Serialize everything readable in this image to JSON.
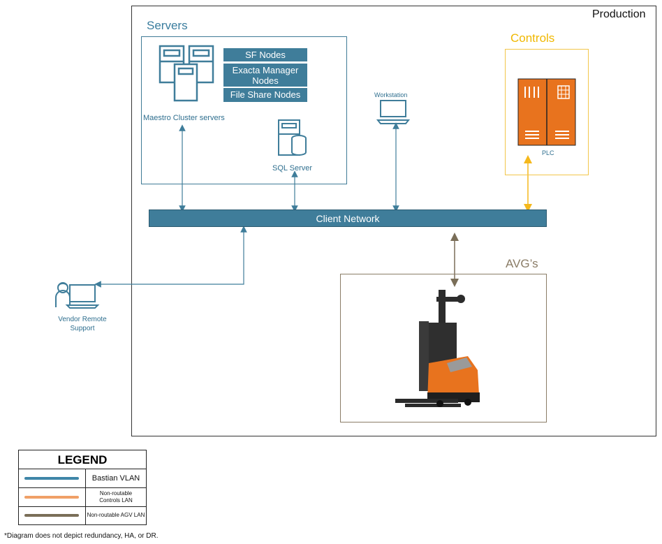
{
  "production": {
    "label": "Production"
  },
  "servers": {
    "title": "Servers",
    "nodes": [
      "SF Nodes",
      "Exacta Manager Nodes",
      "File Share Nodes"
    ],
    "maestro_label": "Maestro Cluster servers",
    "sql_label": "SQL Server"
  },
  "workstation": {
    "label": "Workstation"
  },
  "controls": {
    "title": "Controls",
    "plc_label": "PLC"
  },
  "network": {
    "label": "Client Network"
  },
  "agv": {
    "title": "AVG’s"
  },
  "vendor": {
    "label": "Vendor Remote Support"
  },
  "legend": {
    "title": "LEGEND",
    "items": [
      {
        "label": "Bastian VLAN",
        "color": "#3f86a8"
      },
      {
        "label": "Non-routable Controls LAN",
        "color": "#f0a067"
      },
      {
        "label": "Non-routable AGV LAN",
        "color": "#7a6e58"
      }
    ]
  },
  "footnote": "*Diagram does not depict redundancy, HA, or DR.",
  "colors": {
    "bastian": "#3f7d9a",
    "controls": "#f5b81c",
    "agv": "#7a6e58",
    "plc_orange": "#e8731e"
  },
  "icons": [
    "server-cluster-icon",
    "database-server-icon",
    "laptop-icon",
    "plc-cabinet-icon",
    "agv-forklift-icon",
    "support-agent-icon"
  ]
}
